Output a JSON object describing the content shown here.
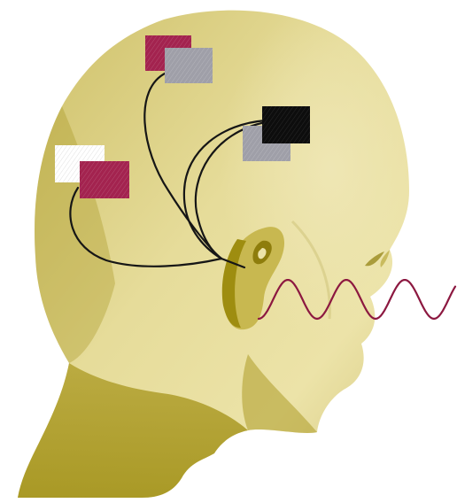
{
  "scene": {
    "subject": "head-profile-illustration",
    "colors": {
      "head_light": "#ece3a8",
      "head_mid": "#cdbf66",
      "head_dark": "#9e8d10",
      "head_shadow": "#a69620",
      "ear_outer": "#c8b850",
      "ear_inner": "#8e7d0c",
      "patch_crimson": "#a3234f",
      "patch_gray": "#9f9fa8",
      "patch_black": "#0d0d0d",
      "patch_white": "#ffffff",
      "wire": "#161616",
      "sound_wave": "#8c1840"
    },
    "patches": [
      {
        "name": "top-crimson-patch",
        "color": "patch_crimson"
      },
      {
        "name": "top-gray-patch",
        "color": "patch_gray"
      },
      {
        "name": "right-black-patch",
        "color": "patch_black"
      },
      {
        "name": "right-gray-patch",
        "color": "patch_gray"
      },
      {
        "name": "left-white-patch",
        "color": "patch_white"
      },
      {
        "name": "left-crimson-patch",
        "color": "patch_crimson"
      }
    ]
  }
}
